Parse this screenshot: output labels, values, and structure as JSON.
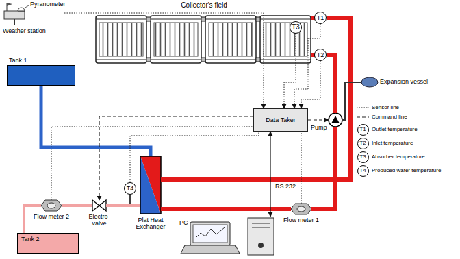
{
  "diagram": {
    "nodes": [
      {
        "text": [
          "Collector's field"
        ]
      },
      {
        "text": [
          "T3"
        ],
        "in": 0
      },
      {
        "text": [
          "T1"
        ]
      },
      {
        "text": [
          "T2"
        ]
      },
      {
        "text": [
          "Weather station"
        ]
      },
      {
        "text": [
          "Data Taker"
        ]
      },
      {
        "text": [
          "Expansion vessel"
        ]
      },
      {
        "text": [
          "Pump"
        ]
      },
      {
        "text": [
          "Tank 1"
        ]
      },
      {
        "text": [
          "Flow meter 1"
        ]
      },
      {
        "text": [
          "Plat Heat Exchanger"
        ]
      },
      {
        "text": [
          "T4"
        ]
      },
      {
        "text": [
          "Flow meter 2"
        ]
      },
      {
        "text": [
          "Electro-valve"
        ]
      },
      {
        "text": [
          "Tank 2"
        ]
      },
      {
        "text": [
          "PC"
        ]
      }
    ],
    "edges": [
      {
        "from": 2,
        "to": 10,
        "arrow": "none"
      },
      {
        "from": 3,
        "to": 7,
        "arrow": "none"
      },
      {
        "from": 7,
        "to": 9,
        "arrow": "none"
      },
      {
        "from": 9,
        "to": 10,
        "arrow": "none"
      },
      {
        "from": 6,
        "to": 7,
        "arrow": "none"
      },
      {
        "from": 8,
        "to": 10,
        "arrow": "none"
      },
      {
        "from": 10,
        "to": 13,
        "arrow": "none"
      },
      {
        "from": 13,
        "to": 12,
        "arrow": "none"
      },
      {
        "from": 12,
        "to": 14,
        "arrow": "none"
      },
      {
        "from": 2,
        "to": 5,
        "arrow": "to"
      },
      {
        "from": 1,
        "to": 5,
        "arrow": "to"
      },
      {
        "from": 3,
        "to": 5,
        "arrow": "to"
      },
      {
        "from": 4,
        "to": 5,
        "arrow": "to"
      },
      {
        "from": 5,
        "to": 7,
        "arrow": "to"
      },
      {
        "from": 5,
        "to": 13,
        "arrow": "to"
      },
      {
        "from": 9,
        "to": 5,
        "arrow": "none"
      },
      {
        "from": 12,
        "to": 5,
        "arrow": "none"
      },
      {
        "from": 11,
        "to": 5,
        "arrow": "none"
      },
      {
        "from": 5,
        "to": 15,
        "label": "RS 232",
        "arrow": "both"
      }
    ],
    "labels": [
      "Pyranometer",
      "T1",
      "T2",
      "T3",
      "T4"
    ],
    "legend": [
      {
        "text": "Sensor line"
      },
      {
        "text": "Command line"
      },
      {
        "text": "Outlet temperature"
      },
      {
        "text": "Inlet temperature"
      },
      {
        "text": "Absorber temperature"
      },
      {
        "text": "Produced water temperature"
      }
    ]
  }
}
